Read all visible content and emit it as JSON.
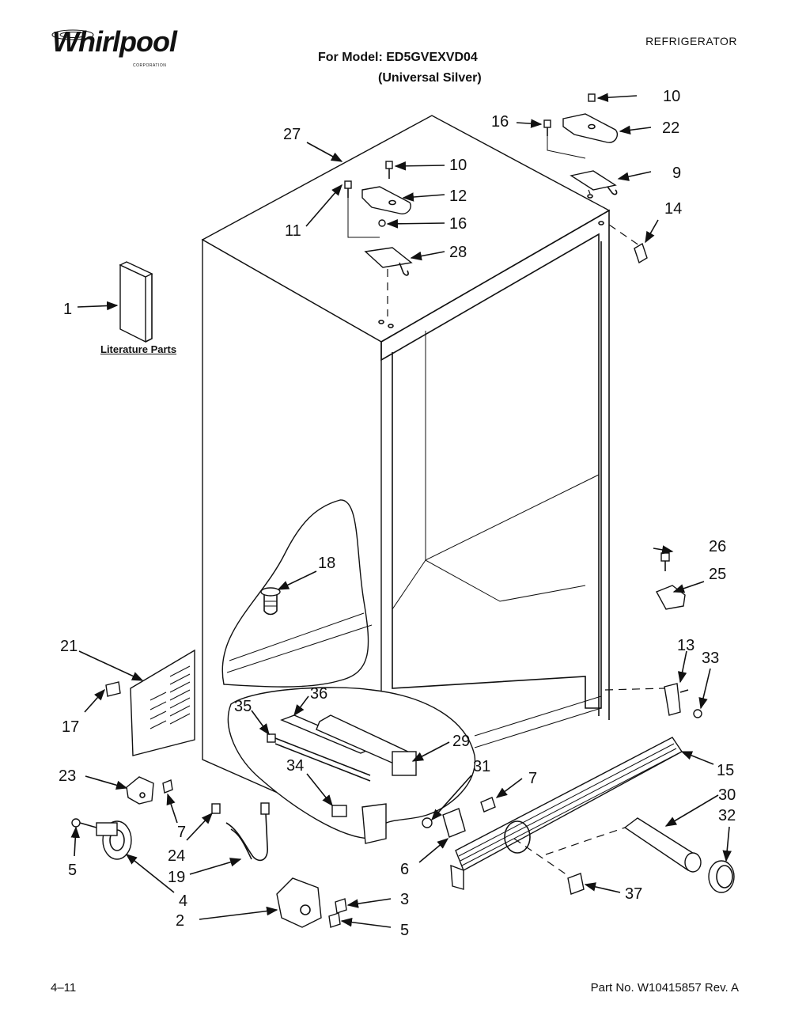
{
  "header": {
    "brand": "Whirlpool",
    "brand_sub": "CORPORATION",
    "category": "REFRIGERATOR",
    "model_line": "For Model: ED5GVEXVD04",
    "variant_line": "(Universal Silver)"
  },
  "footer": {
    "page_number": "4–11",
    "part_number": "Part No. W10415857 Rev. A"
  },
  "literature_label": "Literature Parts",
  "callouts": {
    "c1": "1",
    "c2": "2",
    "c3": "3",
    "c4": "4",
    "c5a": "5",
    "c5b": "5",
    "c6": "6",
    "c7a": "7",
    "c7b": "7",
    "c9": "9",
    "c10a": "10",
    "c10b": "10",
    "c11": "11",
    "c12": "12",
    "c13": "13",
    "c14": "14",
    "c15": "15",
    "c16a": "16",
    "c16b": "16",
    "c17": "17",
    "c18": "18",
    "c19": "19",
    "c21": "21",
    "c22": "22",
    "c23": "23",
    "c24": "24",
    "c25": "25",
    "c26": "26",
    "c27": "27",
    "c28": "28",
    "c29": "29",
    "c30": "30",
    "c31": "31",
    "c32": "32",
    "c33": "33",
    "c34": "34",
    "c35": "35",
    "c36": "36",
    "c37": "37"
  }
}
